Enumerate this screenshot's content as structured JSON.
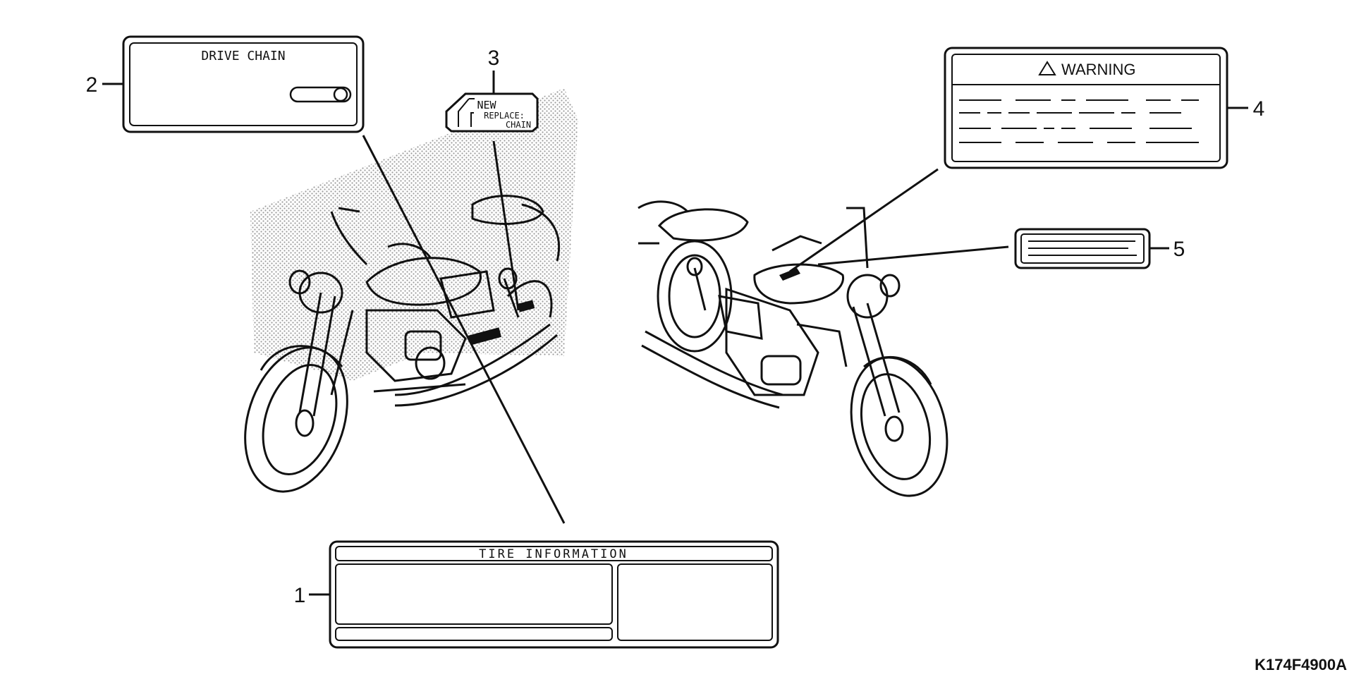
{
  "labels": {
    "drive_chain": {
      "callout": "2",
      "title": "DRIVE CHAIN"
    },
    "replace_chain": {
      "callout": "3",
      "line1": "NEW",
      "line2": "REPLACE:",
      "line3": "CHAIN"
    },
    "warning": {
      "callout": "4",
      "title": "WARNING"
    },
    "plate": {
      "callout": "5"
    },
    "tire_info": {
      "callout": "1",
      "title": "TIRE INFORMATION"
    }
  },
  "diagram_code": "K174F4900A",
  "colors": {
    "ink": "#111111",
    "background": "#ffffff",
    "stipple": "#9a9a9a"
  }
}
